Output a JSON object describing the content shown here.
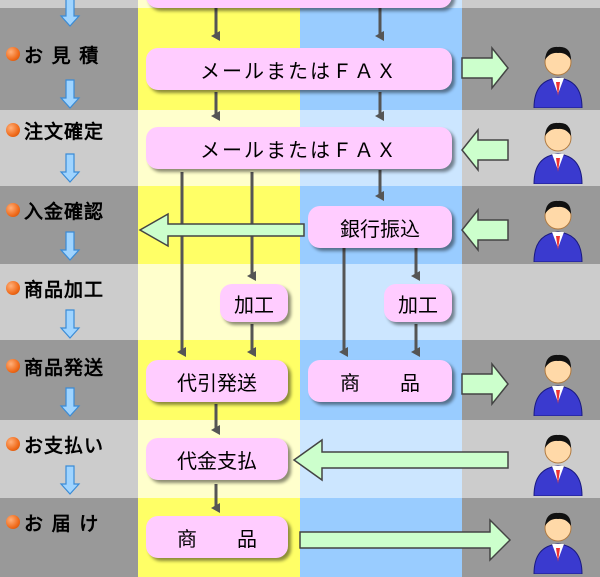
{
  "steps": [
    {
      "label": "お 見 積"
    },
    {
      "label": "注文確定"
    },
    {
      "label": "入金確認"
    },
    {
      "label": "商品加工"
    },
    {
      "label": "商品発送"
    },
    {
      "label": "お支払い"
    },
    {
      "label": "お 届 け"
    }
  ],
  "boxes": {
    "mail_fax_1": "メールまたはＦＡＸ",
    "mail_fax_2": "メールまたはＦＡＸ",
    "bank_transfer": "銀行振込",
    "process_left": "加工",
    "process_right": "加工",
    "cod_shipping": "代引発送",
    "goods_right": "商　　品",
    "cod_payment": "代金支払",
    "goods_bottom": "商　　品"
  },
  "colors": {
    "dark_row": "#999999",
    "light_row": "#cccccc",
    "yellow_col": "#ffff66",
    "pale_yellow_col": "#ffffcc",
    "blue_col": "#99ccff",
    "pale_blue_col": "#cce6ff",
    "box_fill": "#ffccff",
    "arrow_fill": "#ccffcc",
    "bullet": "#f06a1a"
  }
}
